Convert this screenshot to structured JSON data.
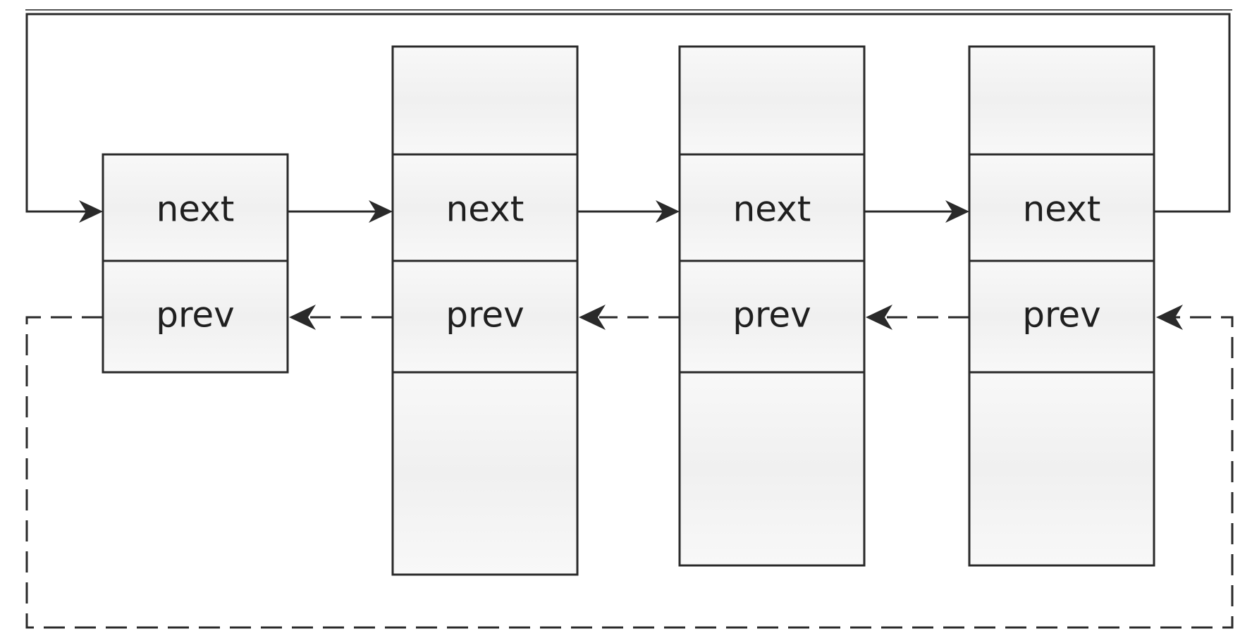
{
  "nodes": [
    {
      "next_label": "next",
      "prev_label": "prev"
    },
    {
      "next_label": "next",
      "prev_label": "prev"
    },
    {
      "next_label": "next",
      "prev_label": "prev"
    },
    {
      "next_label": "next",
      "prev_label": "prev"
    }
  ],
  "colors": {
    "stroke": "#2a2a2a",
    "cell_fill": "#f4f4f4",
    "text": "#1f1f1f",
    "background": "#ffffff"
  }
}
